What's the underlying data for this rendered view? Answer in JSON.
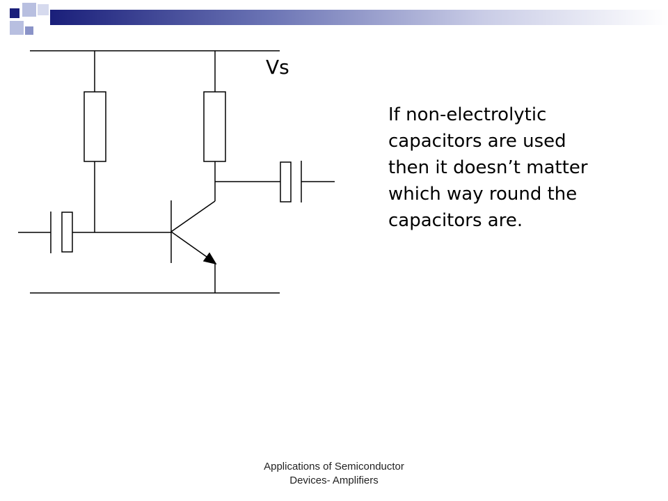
{
  "slide": {
    "supply_label": "Vs",
    "note_lines": [
      "If non-electrolytic",
      "capacitors are used",
      "then it doesn’t matter",
      "which way round the",
      "capacitors are."
    ],
    "footer_lines": [
      "Applications of Semiconductor",
      "Devices- Amplifiers"
    ]
  },
  "theme": {
    "accent_dark": "#1a1f7a",
    "accent_light": "#9ea6d4"
  }
}
